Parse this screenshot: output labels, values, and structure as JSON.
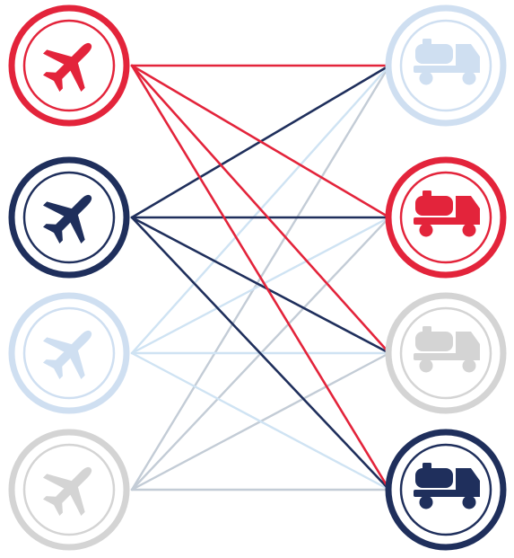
{
  "colors": {
    "red": "#e3243b",
    "navy": "#1f2f5c",
    "light_blue": "#cfdff1",
    "gray": "#d4d4d4",
    "line_light_blue": "#cfe3f3",
    "line_gray": "#c3ccd6"
  },
  "planes": [
    {
      "id": "plane-red",
      "icon": "airplane-icon",
      "color": "red"
    },
    {
      "id": "plane-navy",
      "icon": "airplane-icon",
      "color": "navy"
    },
    {
      "id": "plane-light-blue",
      "icon": "airplane-icon",
      "color": "light_blue"
    },
    {
      "id": "plane-gray",
      "icon": "airplane-icon",
      "color": "gray"
    }
  ],
  "trucks": [
    {
      "id": "truck-light-blue",
      "icon": "tanker-truck-icon",
      "color": "light_blue"
    },
    {
      "id": "truck-red",
      "icon": "tanker-truck-icon",
      "color": "red"
    },
    {
      "id": "truck-gray",
      "icon": "tanker-truck-icon",
      "color": "gray"
    },
    {
      "id": "truck-navy",
      "icon": "tanker-truck-icon",
      "color": "navy"
    }
  ],
  "connections": [
    {
      "from": 0,
      "to": 0,
      "color": "red"
    },
    {
      "from": 0,
      "to": 1,
      "color": "red"
    },
    {
      "from": 0,
      "to": 2,
      "color": "red"
    },
    {
      "from": 0,
      "to": 3,
      "color": "red"
    },
    {
      "from": 1,
      "to": 0,
      "color": "navy"
    },
    {
      "from": 1,
      "to": 1,
      "color": "navy"
    },
    {
      "from": 1,
      "to": 2,
      "color": "navy"
    },
    {
      "from": 1,
      "to": 3,
      "color": "navy"
    },
    {
      "from": 2,
      "to": 0,
      "color": "line_light_blue"
    },
    {
      "from": 2,
      "to": 1,
      "color": "line_light_blue"
    },
    {
      "from": 2,
      "to": 2,
      "color": "line_light_blue"
    },
    {
      "from": 2,
      "to": 3,
      "color": "line_light_blue"
    },
    {
      "from": 3,
      "to": 0,
      "color": "line_gray"
    },
    {
      "from": 3,
      "to": 1,
      "color": "line_gray"
    },
    {
      "from": 3,
      "to": 2,
      "color": "line_gray"
    },
    {
      "from": 3,
      "to": 3,
      "color": "line_gray"
    }
  ]
}
